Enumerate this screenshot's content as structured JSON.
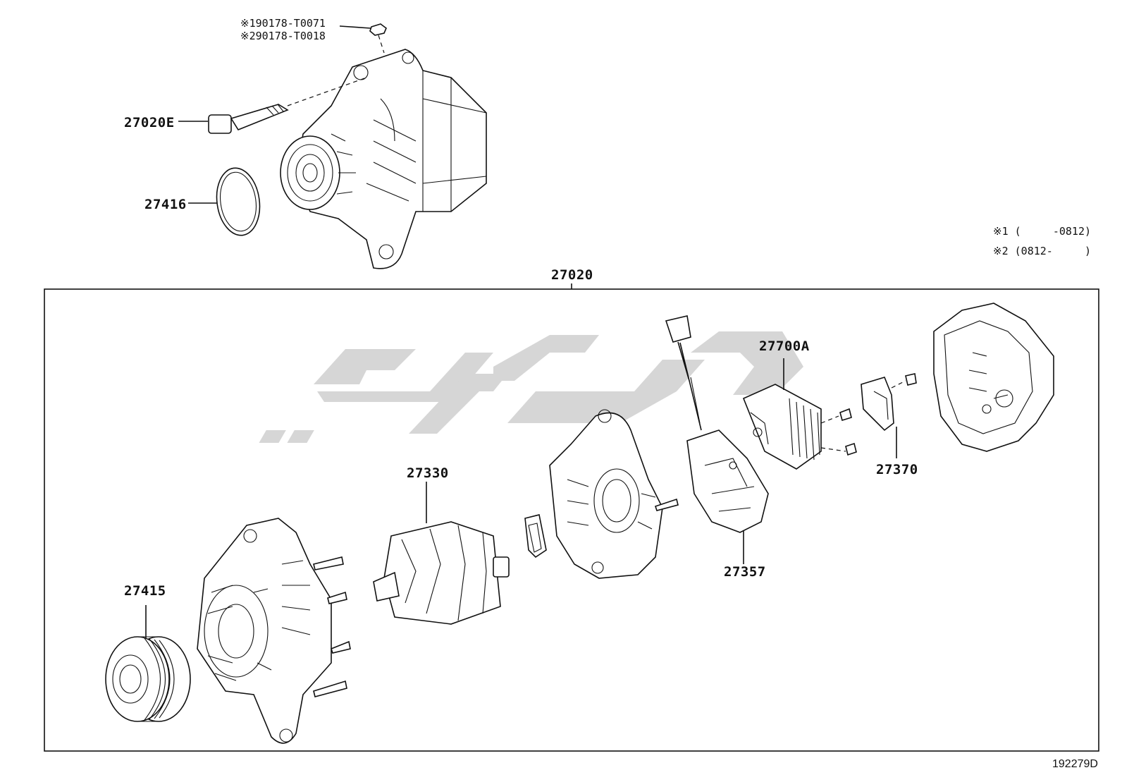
{
  "notes": {
    "fastener_1": "※190178-T0071",
    "fastener_2": "※290178-T0018",
    "legend_1": "※1 (     -0812)",
    "legend_2": "※2 (0812-     )"
  },
  "parts": {
    "alternator_assembly": "27020",
    "bolt": "27020E",
    "cover_plate": "27416",
    "pulley": "27415",
    "rotor": "27330",
    "regulator": "27700A",
    "brush_holder": "27357",
    "terminal_insulator": "27370"
  },
  "watermark": "ﯾﻮﺑﺎرت",
  "figure_id": "192279D"
}
